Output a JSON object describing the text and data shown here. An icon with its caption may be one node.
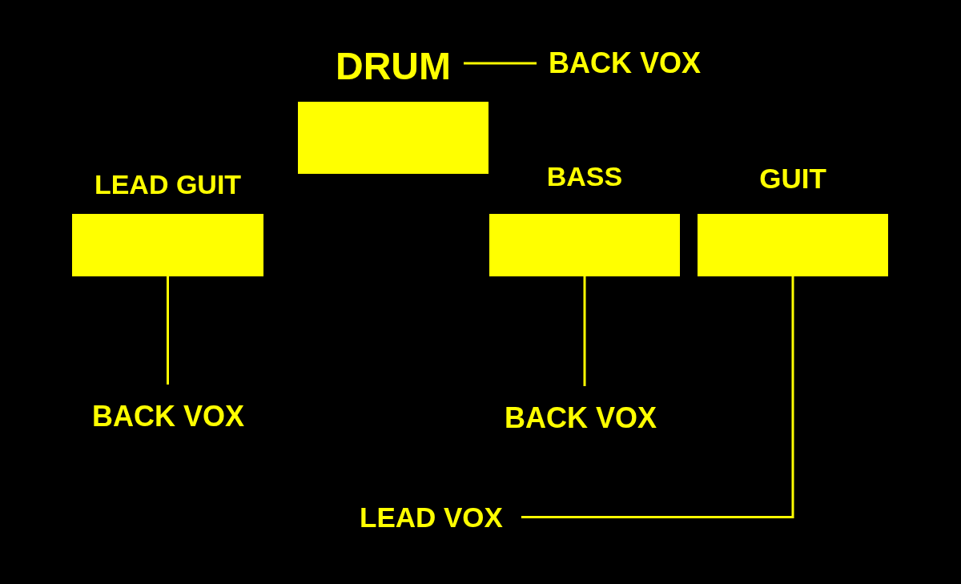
{
  "diagram": {
    "nodes": [
      {
        "text": [
          "DRUM"
        ]
      },
      {
        "text": [
          "BACK VOX"
        ]
      },
      {
        "text": [
          "LEAD GUIT"
        ]
      },
      {
        "text": [
          "BASS"
        ]
      },
      {
        "text": [
          "GUIT"
        ]
      },
      {
        "text": [
          "BACK VOX"
        ]
      },
      {
        "text": [
          "BACK VOX"
        ]
      },
      {
        "text": [
          "LEAD VOX"
        ]
      }
    ],
    "edges": [
      {
        "from": 0,
        "to": 1,
        "arrow": "none"
      },
      {
        "from": 2,
        "to": 5,
        "arrow": "none"
      },
      {
        "from": 3,
        "to": 6,
        "arrow": "none"
      },
      {
        "from": 4,
        "to": 7,
        "arrow": "none"
      }
    ]
  }
}
